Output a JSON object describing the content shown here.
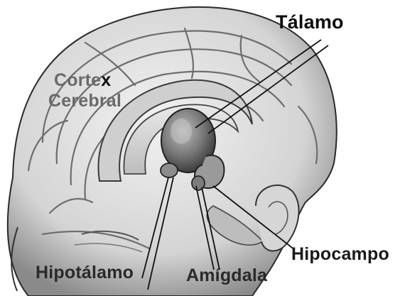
{
  "labels": {
    "talamo": "Tálamo",
    "cortex_line1_main": "Córte",
    "cortex_line1_x": "x",
    "cortex_line2": "Cerebral",
    "hipocampo": "Hipocampo",
    "hipotalamo": "Hipotálamo",
    "amigdala": "Amígdala"
  }
}
